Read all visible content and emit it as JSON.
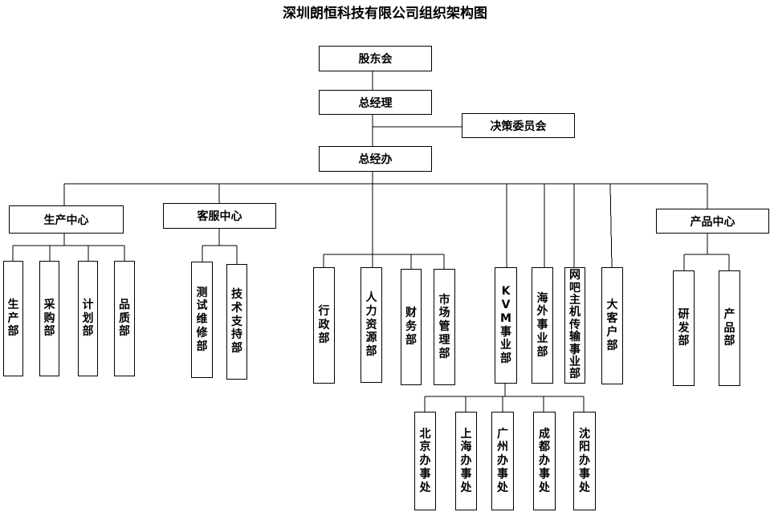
{
  "title": "深圳朗恒科技有限公司组织架构图",
  "nodes": {
    "shareholders": "股东会",
    "general_manager": "总经理",
    "decision_committee": "决策委员会",
    "gm_office": "总经办",
    "production_center": "生产中心",
    "customer_service_center": "客服中心",
    "product_center": "产品中心",
    "production_dept": "生产部",
    "purchasing_dept": "采购部",
    "planning_dept": "计划部",
    "quality_dept": "品质部",
    "test_repair_dept": "测试维修部",
    "tech_support_dept": "技术支持部",
    "admin_dept": "行政部",
    "hr_dept": "人力资源部",
    "finance_dept": "财务部",
    "marketing_dept": "市场管理部",
    "kvm_division": "KVM事业部",
    "overseas_division": "海外事业部",
    "netcafe_division": "网吧主机传输事业部",
    "key_account_dept": "大客户部",
    "rd_dept": "研发部",
    "product_dept": "产品部",
    "beijing_office": "北京办事处",
    "shanghai_office": "上海办事处",
    "guangzhou_office": "广州办事处",
    "chengdu_office": "成都办事处",
    "shenyang_office": "沈阳办事处"
  }
}
